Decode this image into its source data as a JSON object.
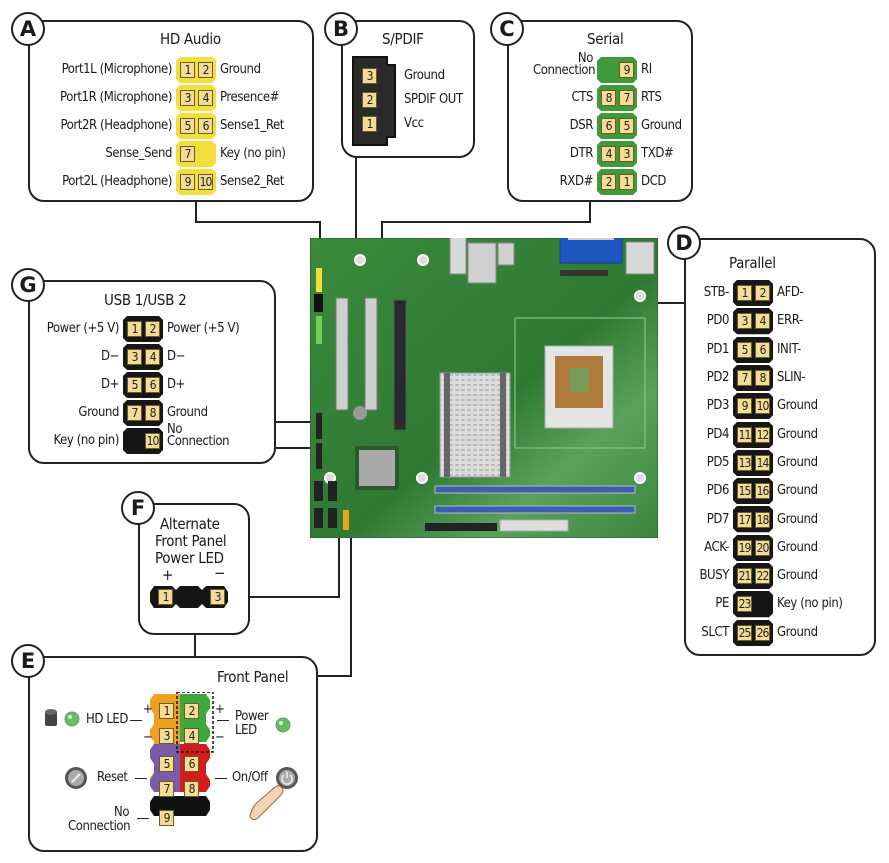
{
  "callouts": {
    "A": {
      "badge": "A",
      "title": "HD Audio",
      "header_color": "#f2df3a",
      "rows": [
        {
          "left_label": "Port1L (Microphone)",
          "pins": [
            "1",
            "2"
          ],
          "right_label": "Ground"
        },
        {
          "left_label": "Port1R (Microphone)",
          "pins": [
            "3",
            "4"
          ],
          "right_label": "Presence#"
        },
        {
          "left_label": "Port2R (Headphone)",
          "pins": [
            "5",
            "6"
          ],
          "right_label": "Sense1_Ret"
        },
        {
          "left_label": "Sense_Send",
          "pins": [
            "7",
            ""
          ],
          "right_label": "Key (no pin)"
        },
        {
          "left_label": "Port2L (Headphone)",
          "pins": [
            "9",
            "10"
          ],
          "right_label": "Sense2_Ret"
        }
      ]
    },
    "B": {
      "badge": "B",
      "title": "S/PDIF",
      "header_color": "#111111",
      "rows": [
        {
          "pin": "3",
          "label": "Ground"
        },
        {
          "pin": "2",
          "label": "SPDIF OUT"
        },
        {
          "pin": "1",
          "label": "Vcc"
        }
      ]
    },
    "C": {
      "badge": "C",
      "title": "Serial",
      "header_color": "#3f9a3a",
      "rows": [
        {
          "left_label": "No Connection",
          "pins": [
            "",
            "9"
          ],
          "right_label": "RI"
        },
        {
          "left_label": "CTS",
          "pins": [
            "8",
            "7"
          ],
          "right_label": "RTS"
        },
        {
          "left_label": "DSR",
          "pins": [
            "6",
            "5"
          ],
          "right_label": "Ground"
        },
        {
          "left_label": "DTR",
          "pins": [
            "4",
            "3"
          ],
          "right_label": "TXD#"
        },
        {
          "left_label": "RXD#",
          "pins": [
            "2",
            "1"
          ],
          "right_label": "DCD"
        }
      ]
    },
    "D": {
      "badge": "D",
      "title": "Parallel",
      "header_color": "#161616",
      "rows": [
        {
          "left_label": "STB-",
          "pins": [
            "1",
            "2"
          ],
          "right_label": "AFD-"
        },
        {
          "left_label": "PD0",
          "pins": [
            "3",
            "4"
          ],
          "right_label": "ERR-"
        },
        {
          "left_label": "PD1",
          "pins": [
            "5",
            "6"
          ],
          "right_label": "INIT-"
        },
        {
          "left_label": "PD2",
          "pins": [
            "7",
            "8"
          ],
          "right_label": "SLIN-"
        },
        {
          "left_label": "PD3",
          "pins": [
            "9",
            "10"
          ],
          "right_label": "Ground"
        },
        {
          "left_label": "PD4",
          "pins": [
            "11",
            "12"
          ],
          "right_label": "Ground"
        },
        {
          "left_label": "PD5",
          "pins": [
            "13",
            "14"
          ],
          "right_label": "Ground"
        },
        {
          "left_label": "PD6",
          "pins": [
            "15",
            "16"
          ],
          "right_label": "Ground"
        },
        {
          "left_label": "PD7",
          "pins": [
            "17",
            "18"
          ],
          "right_label": "Ground"
        },
        {
          "left_label": "ACK-",
          "pins": [
            "19",
            "20"
          ],
          "right_label": "Ground"
        },
        {
          "left_label": "BUSY",
          "pins": [
            "21",
            "22"
          ],
          "right_label": "Ground"
        },
        {
          "left_label": "PE",
          "pins": [
            "23",
            ""
          ],
          "right_label": "Key (no pin)"
        },
        {
          "left_label": "SLCT",
          "pins": [
            "25",
            "26"
          ],
          "right_label": "Ground"
        }
      ]
    },
    "E": {
      "badge": "E",
      "title": "Front Panel",
      "colors": {
        "hd_led": "#f0a020",
        "power_led": "#3fa83a",
        "reset": "#7b5aa6",
        "on_off": "#d41c1c",
        "nc": "#111111"
      },
      "hd_led_label": "HD LED",
      "power_led_label": "Power LED",
      "power_led_line1": "Power",
      "power_led_line2": "LED",
      "reset_label": "Reset",
      "on_off_label": "On/Off",
      "nc_line1": "No",
      "nc_line2": "Connection",
      "plus": "+",
      "minus": "−",
      "pins": [
        "1",
        "2",
        "3",
        "4",
        "5",
        "6",
        "7",
        "8",
        "9"
      ]
    },
    "F": {
      "badge": "F",
      "title_line1": "Alternate",
      "title_line2": "Front Panel",
      "title_line3": "Power LED",
      "plus": "+",
      "minus": "−",
      "pins": [
        "1",
        "3"
      ]
    },
    "G": {
      "badge": "G",
      "title": "USB 1/USB 2",
      "header_color": "#161616",
      "rows": [
        {
          "left_label": "Power (+5 V)",
          "pins": [
            "1",
            "2"
          ],
          "right_label": "Power (+5 V)"
        },
        {
          "left_label": "D−",
          "pins": [
            "3",
            "4"
          ],
          "right_label": "D−"
        },
        {
          "left_label": "D+",
          "pins": [
            "5",
            "6"
          ],
          "right_label": "D+"
        },
        {
          "left_label": "Ground",
          "pins": [
            "7",
            "8"
          ],
          "right_label": "Ground"
        },
        {
          "left_label": "Key (no pin)",
          "pins": [
            "",
            "10"
          ],
          "right_label": "No Connection"
        }
      ]
    }
  },
  "board": {
    "pcb_color": "#3d8a3e",
    "dimm_color": "#3a5fb0",
    "vga_color": "#1f57c0"
  }
}
